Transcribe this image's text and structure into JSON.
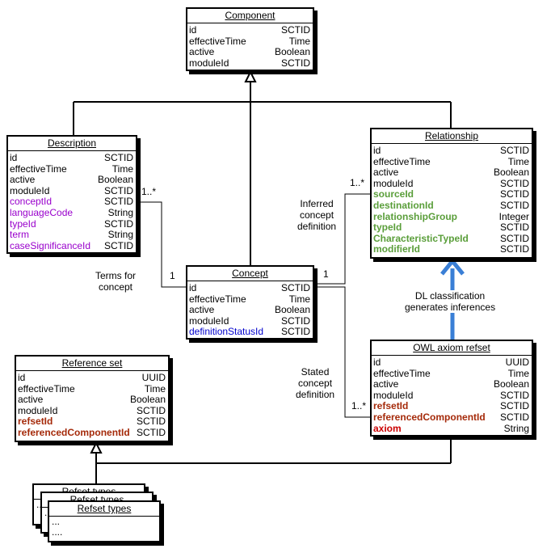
{
  "component": {
    "title": "Component",
    "attributes": [
      {
        "name": "id",
        "type": "SCTID"
      },
      {
        "name": "effectiveTime",
        "type": "Time"
      },
      {
        "name": "active",
        "type": "Boolean"
      },
      {
        "name": "moduleId",
        "type": "SCTID"
      }
    ]
  },
  "description": {
    "title": "Description",
    "attributes": [
      {
        "name": "id",
        "type": "SCTID"
      },
      {
        "name": "effectiveTime",
        "type": "Time"
      },
      {
        "name": "active",
        "type": "Boolean"
      },
      {
        "name": "moduleId",
        "type": "SCTID"
      },
      {
        "name": "conceptId",
        "type": "SCTID"
      },
      {
        "name": "languageCode",
        "type": "String"
      },
      {
        "name": "typeId",
        "type": "SCTID"
      },
      {
        "name": "term",
        "type": "String"
      },
      {
        "name": "caseSignificanceId",
        "type": "SCTID"
      }
    ]
  },
  "relationship": {
    "title": "Relationship",
    "attributes": [
      {
        "name": "id",
        "type": "SCTID"
      },
      {
        "name": "effectiveTime",
        "type": "Time"
      },
      {
        "name": "active",
        "type": "Boolean"
      },
      {
        "name": "moduleId",
        "type": "SCTID"
      },
      {
        "name": "sourceId",
        "type": "SCTID"
      },
      {
        "name": "destinationId",
        "type": "SCTID"
      },
      {
        "name": "relationshipGroup",
        "type": "Integer"
      },
      {
        "name": "typeId",
        "type": "SCTID"
      },
      {
        "name": "CharacteristicTypeId",
        "type": "SCTID"
      },
      {
        "name": "modifierId",
        "type": "SCTID"
      }
    ]
  },
  "concept": {
    "title": "Concept",
    "attributes": [
      {
        "name": "id",
        "type": "SCTID"
      },
      {
        "name": "effectiveTime",
        "type": "Time"
      },
      {
        "name": "active",
        "type": "Boolean"
      },
      {
        "name": "moduleId",
        "type": "SCTID"
      },
      {
        "name": "definitionStatusId",
        "type": "SCTID"
      }
    ]
  },
  "reference_set": {
    "title": "Reference set",
    "attributes": [
      {
        "name": "id",
        "type": "UUID"
      },
      {
        "name": "effectiveTime",
        "type": "Time"
      },
      {
        "name": "active",
        "type": "Boolean"
      },
      {
        "name": "moduleId",
        "type": "SCTID"
      },
      {
        "name": "refsetId",
        "type": "SCTID"
      },
      {
        "name": "referencedComponentId",
        "type": "SCTID"
      }
    ]
  },
  "owl_axiom_refset": {
    "title": "OWL axiom refset",
    "attributes": [
      {
        "name": "id",
        "type": "UUID"
      },
      {
        "name": "effectiveTime",
        "type": "Time"
      },
      {
        "name": "active",
        "type": "Boolean"
      },
      {
        "name": "moduleId",
        "type": "SCTID"
      },
      {
        "name": "refsetId",
        "type": "SCTID"
      },
      {
        "name": "referencedComponentId",
        "type": "SCTID"
      },
      {
        "name": "axiom",
        "type": "String"
      }
    ]
  },
  "refset_types": {
    "title": "Refset types",
    "ellipsis_lines": [
      "...",
      "....",
      "...."
    ],
    "back_ellipsis_1": "...",
    "back_ellipsis_2": "..."
  },
  "labels": {
    "desc_multiplicity": "1..*",
    "desc_concept_multiplicity": "1",
    "terms_for_concept_line1": "Terms for",
    "terms_for_concept_line2": "concept",
    "inferred_line1": "Inferred",
    "inferred_line2": "concept",
    "inferred_line3": "definition",
    "rel_multiplicity": "1..*",
    "concept_rel_multiplicity": "1",
    "stated_line1": "Stated",
    "stated_line2": "concept",
    "stated_line3": "definition",
    "owl_multiplicity": "1..*",
    "dl_line1": "DL classification",
    "dl_line2": "generates inferences"
  },
  "colors": {
    "description_extra_attrs": "#9900CC",
    "concept_definition_status": "#0000CC",
    "relationship_extra_attrs": "#5A9E3A",
    "refset_specific_attrs": "#A52A0A",
    "axiom_attr": "#CC0000",
    "dl_arrow": "#3A7FD6"
  }
}
